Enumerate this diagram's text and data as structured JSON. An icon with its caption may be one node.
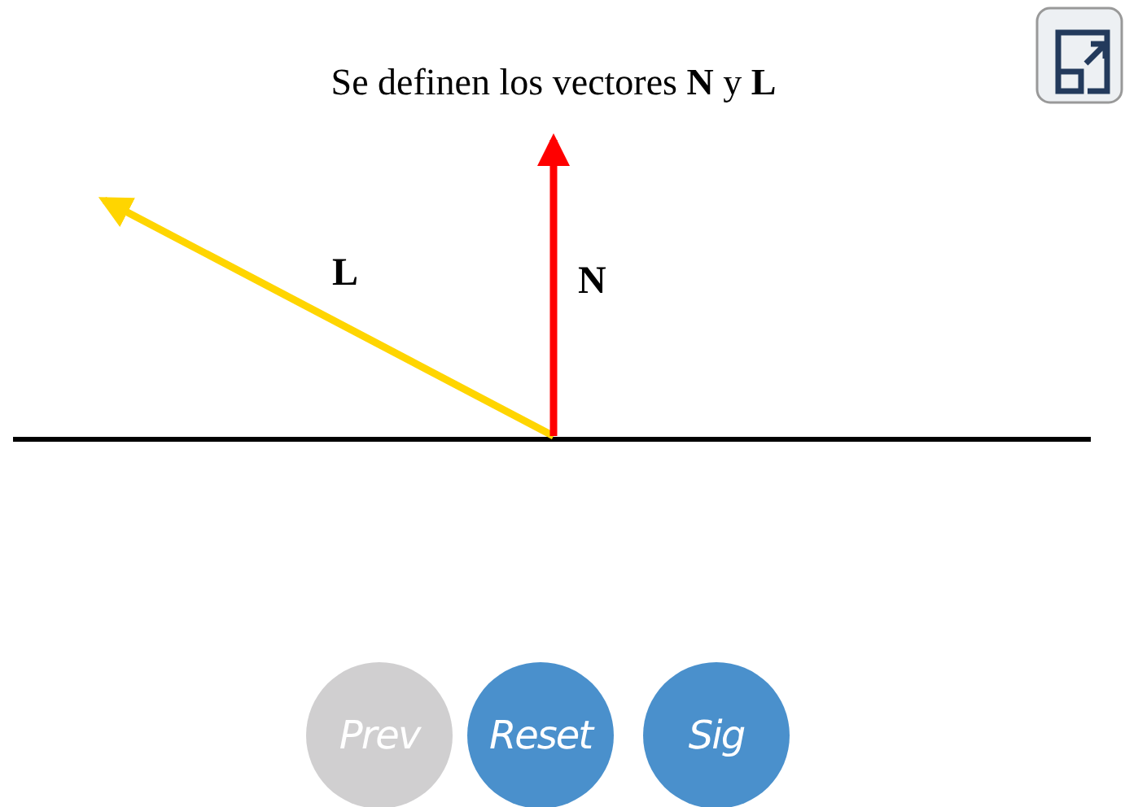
{
  "diagram": {
    "title": "Se definen los vectores **N** y **L**",
    "labels": [
      "L",
      "N",
      "Prev",
      "Reset",
      "Sig"
    ]
  }
}
